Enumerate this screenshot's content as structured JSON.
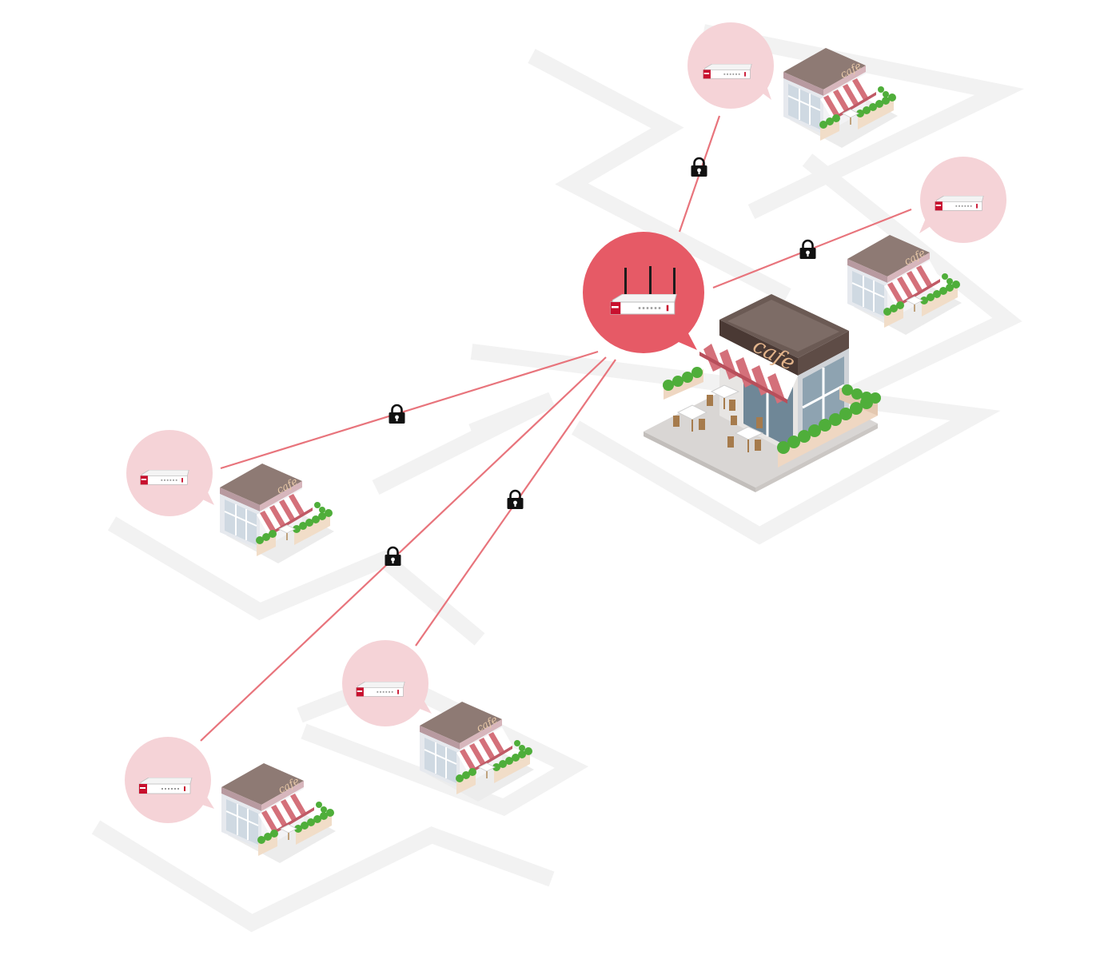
{
  "diagram": {
    "hub": {
      "sign": "cafe",
      "device": "firewall-with-antennas-icon"
    },
    "branches": [
      {
        "id": "branch-north",
        "sign": "cafe",
        "device": "firewall-icon",
        "link": "lock-icon"
      },
      {
        "id": "branch-east",
        "sign": "cafe",
        "device": "firewall-icon",
        "link": "lock-icon"
      },
      {
        "id": "branch-west",
        "sign": "cafe",
        "device": "firewall-icon",
        "link": "lock-icon"
      },
      {
        "id": "branch-southwest",
        "sign": "cafe",
        "device": "firewall-icon",
        "link": "lock-icon"
      },
      {
        "id": "branch-south",
        "sign": "cafe",
        "device": "firewall-icon",
        "link": "lock-icon"
      }
    ],
    "colors": {
      "link": "#e8747c",
      "hub_bubble": "#e65a66",
      "branch_bubble": "#f5d3d7",
      "device_red": "#c8102e",
      "roof": "#8e7a74",
      "awning_stripe": "#d4707a",
      "plants": "#4fae3a",
      "road": "#f2f2f2"
    }
  }
}
